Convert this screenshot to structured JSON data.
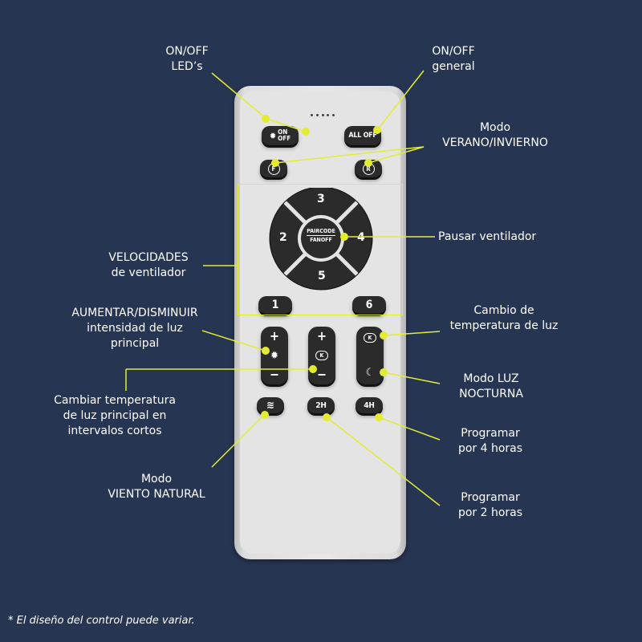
{
  "colors": {
    "background": "#263552",
    "accent": "#e4ec31",
    "button": "#2b2b2b",
    "remote_body": "#e4e4e4"
  },
  "buttons": {
    "led_on": "ON",
    "led_off": "OFF",
    "all_off": "ALL OFF",
    "f_label": "F",
    "r_label": "R",
    "speed_3": "3",
    "speed_2": "2",
    "speed_4": "4",
    "speed_5": "5",
    "speed_1": "1",
    "speed_6": "6",
    "center_top": "PAIRCODE",
    "center_bottom": "FANOFF",
    "plus": "+",
    "minus": "−",
    "k_label": "K",
    "timer_2h": "2H",
    "timer_4h": "4H"
  },
  "icons": {
    "led": "sun-icon",
    "season_f": "cycle-f-icon",
    "season_r": "cycle-r-icon",
    "brightness": "sun-icon",
    "color_temp": "color-temp-icon",
    "night": "moon-icon",
    "wind": "wind-icon"
  },
  "callouts": {
    "led_onoff": [
      "ON/OFF",
      "LED’s"
    ],
    "general_onoff": [
      "ON/OFF",
      "general"
    ],
    "season": [
      "Modo",
      "VERANO/INVIERNO"
    ],
    "speeds": [
      "VELOCIDADES",
      "de ventilador"
    ],
    "pause": [
      "Pausar ventilador"
    ],
    "brightness": [
      "AUMENTAR/DISMINUIR",
      "intensidad de luz",
      "principal"
    ],
    "light_temp": [
      "Cambio de",
      "temperatura de luz"
    ],
    "night": [
      "Modo LUZ",
      "NOCTURNA"
    ],
    "short_temp": [
      "Cambiar temperatura",
      "de luz principal en",
      "intervalos cortos"
    ],
    "timer4": [
      "Programar",
      "por 4 horas"
    ],
    "wind": [
      "Modo",
      "VIENTO NATURAL"
    ],
    "timer2": [
      "Programar",
      "por 2 horas"
    ]
  },
  "footnote": "* El diseño del control puede variar."
}
